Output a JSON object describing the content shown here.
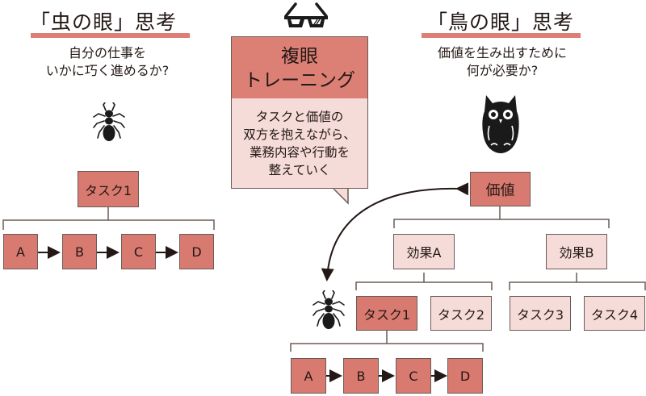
{
  "left": {
    "heading": "「虫の眼」思考",
    "subtitle_lines": [
      "自分の仕事を",
      "いかに巧く進めるか?"
    ],
    "icon": "ant-icon",
    "task": "タスク1",
    "steps": [
      "A",
      "B",
      "C",
      "D"
    ]
  },
  "center": {
    "icon": "glasses-icon",
    "title_lines": [
      "複眼",
      "トレーニング"
    ],
    "body_lines": [
      "タスクと価値の",
      "双方を抱えながら、",
      "業務内容や行動を",
      "整えていく"
    ]
  },
  "right": {
    "heading": "「鳥の眼」思考",
    "subtitle_lines": [
      "価値を生み出すために",
      "何が必要か?"
    ],
    "icon": "owl-icon",
    "value": "価値",
    "effects": [
      "効果A",
      "効果B"
    ],
    "tasks": [
      "タスク1",
      "タスク2",
      "タスク3",
      "タスク4"
    ],
    "steps": [
      "A",
      "B",
      "C",
      "D"
    ],
    "ant_icon": "ant-icon"
  },
  "colors": {
    "accent": "#dd7f76",
    "dark_box": "#d97a70",
    "light_box": "#f6dcd8",
    "line": "#6b5b57"
  }
}
